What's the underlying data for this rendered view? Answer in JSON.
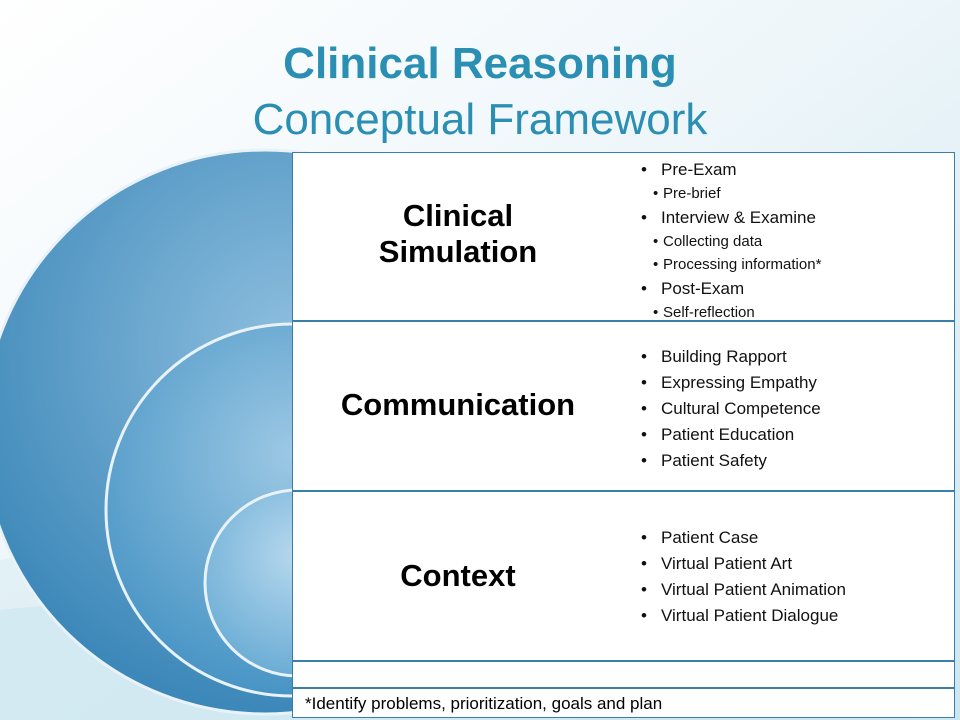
{
  "title": {
    "line1": "Clinical Reasoning",
    "line2": "Conceptual Framework"
  },
  "colors": {
    "title": "#2b8fb3",
    "circle_outer": "#3d8fc0",
    "circle_mid": "#4a99c8",
    "circle_inner": "#6aafd6",
    "panel_border": "#3a7fa8"
  },
  "layers": [
    {
      "label": "Clinical Simulation",
      "items": [
        {
          "text": "Pre-Exam",
          "level": 1
        },
        {
          "text": "Pre-brief",
          "level": 2
        },
        {
          "text": "Interview & Examine",
          "level": 1
        },
        {
          "text": "Collecting data",
          "level": 2
        },
        {
          "text": "Processing information*",
          "level": 2
        },
        {
          "text": "Post-Exam",
          "level": 1
        },
        {
          "text": "Self-reflection",
          "level": 2
        }
      ]
    },
    {
      "label": "Communication",
      "items": [
        {
          "text": "Building Rapport",
          "level": 1
        },
        {
          "text": "Expressing Empathy",
          "level": 1
        },
        {
          "text": "Cultural Competence",
          "level": 1
        },
        {
          "text": "Patient Education",
          "level": 1
        },
        {
          "text": "Patient Safety",
          "level": 1
        }
      ]
    },
    {
      "label": "Context",
      "items": [
        {
          "text": "Patient Case",
          "level": 1
        },
        {
          "text": "Virtual Patient Art",
          "level": 1
        },
        {
          "text": "Virtual Patient Animation",
          "level": 1
        },
        {
          "text": "Virtual Patient Dialogue",
          "level": 1
        }
      ]
    }
  ],
  "footnote": "*Identify problems, prioritization, goals and plan"
}
